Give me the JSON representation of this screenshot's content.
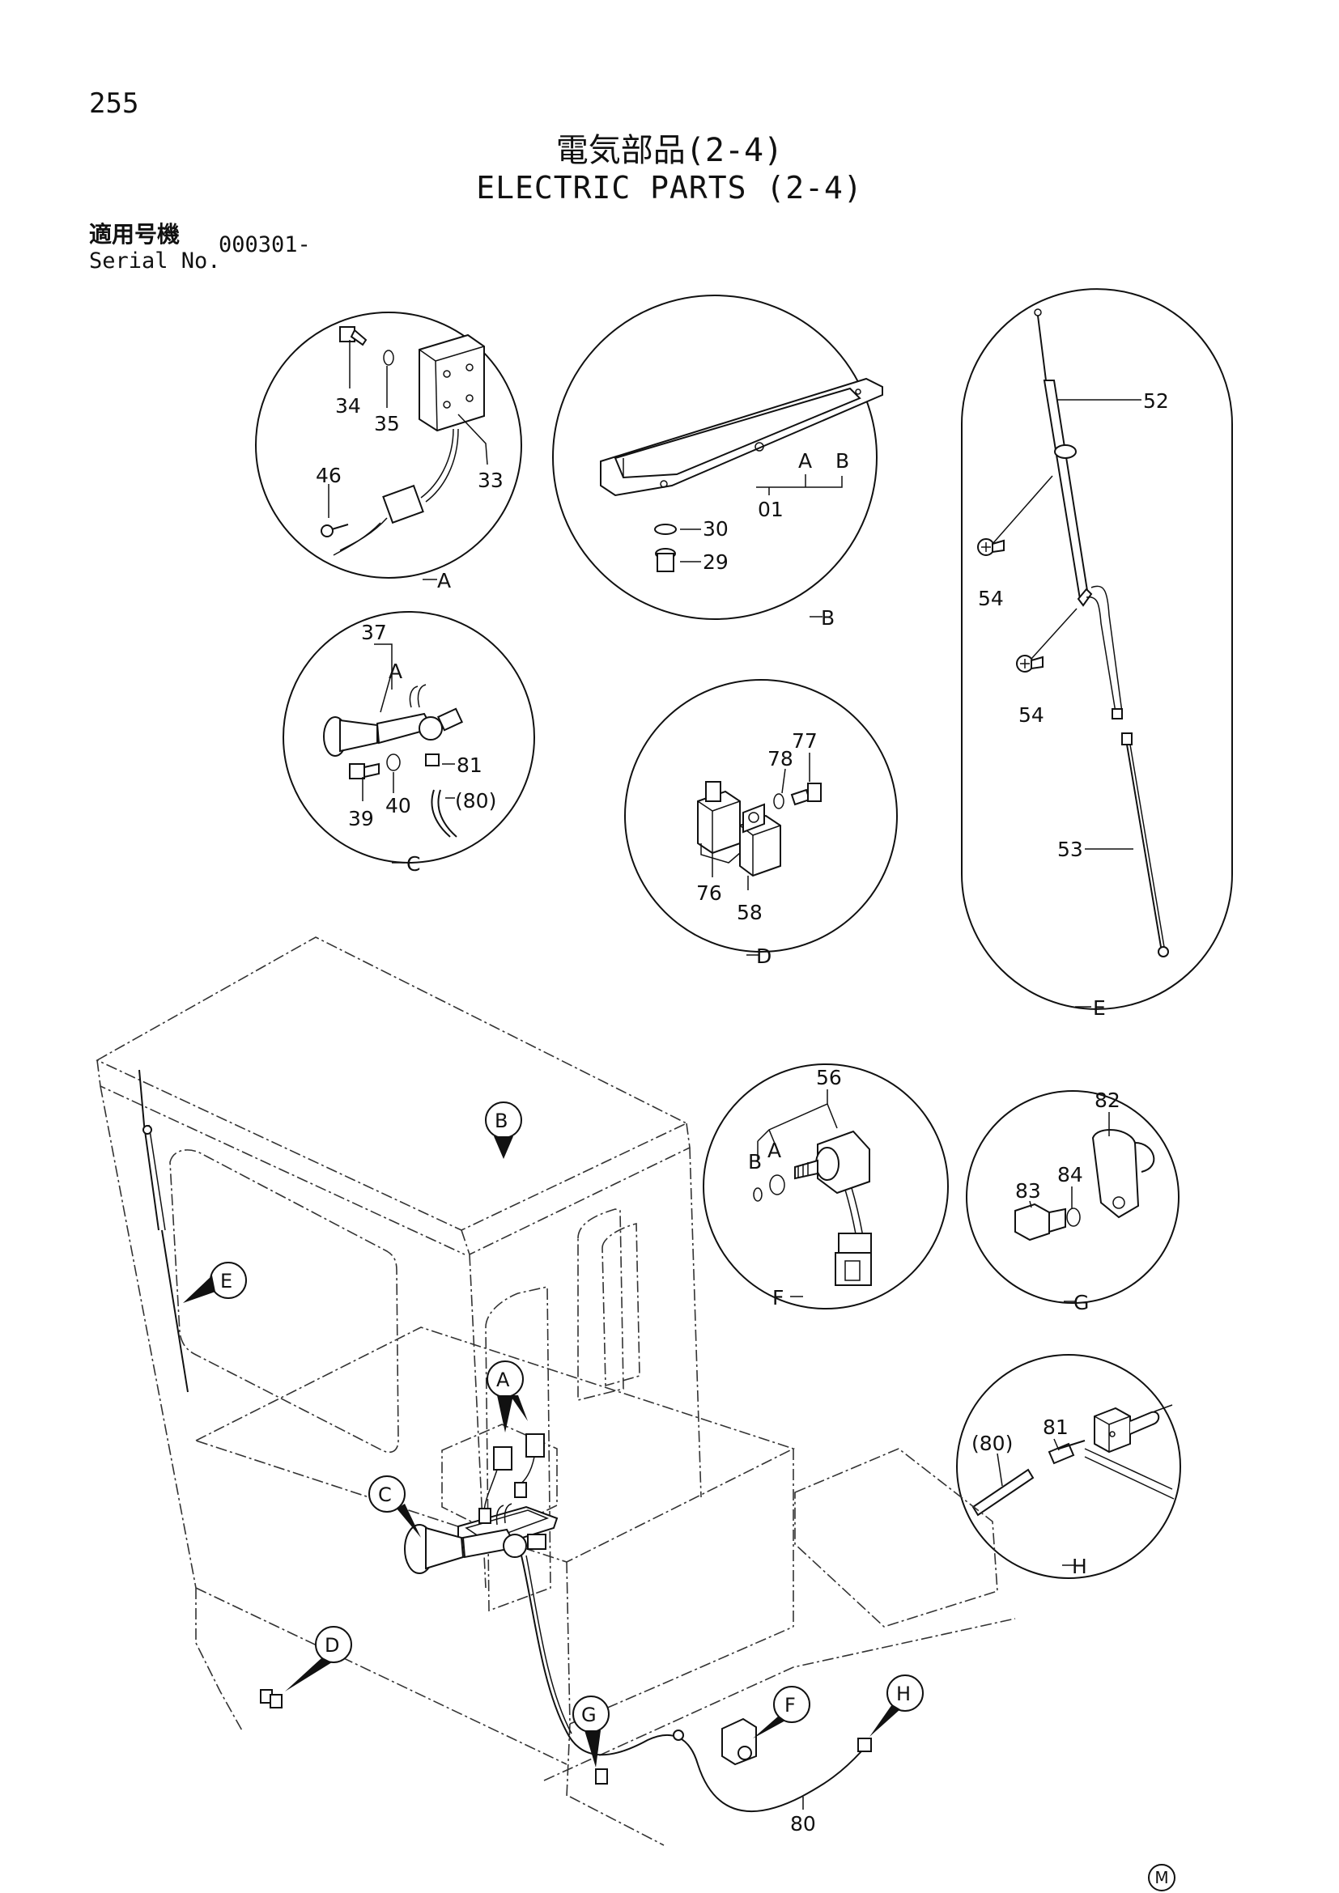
{
  "header": {
    "page_number": "255",
    "title_jp": "電気部品(2-4)",
    "title_en": "ELECTRIC PARTS (2-4)",
    "serial_label_jp": "適用号機",
    "serial_label_en": "Serial No.",
    "serial_value": "000301-"
  },
  "details": {
    "A": {
      "label": "A",
      "parts": [
        "34",
        "35",
        "33",
        "46"
      ]
    },
    "B": {
      "label": "B",
      "parts": [
        "01",
        "A",
        "B",
        "30",
        "29"
      ]
    },
    "C": {
      "label": "C",
      "parts": [
        "37",
        "A",
        "81",
        "39",
        "40",
        "(80)"
      ]
    },
    "D": {
      "label": "D",
      "parts": [
        "77",
        "78",
        "76",
        "58"
      ]
    },
    "E": {
      "label": "E",
      "parts": [
        "52",
        "54",
        "54",
        "53"
      ]
    },
    "F": {
      "label": "F",
      "parts": [
        "56",
        "B",
        "A"
      ]
    },
    "G": {
      "label": "G",
      "parts": [
        "82",
        "84",
        "83"
      ]
    },
    "H": {
      "label": "H",
      "parts": [
        "81",
        "(80)"
      ]
    }
  },
  "main_view": {
    "callouts": [
      "A",
      "B",
      "C",
      "D",
      "E",
      "F",
      "G",
      "H"
    ],
    "harness_part": "80"
  },
  "footer_mark": "M"
}
